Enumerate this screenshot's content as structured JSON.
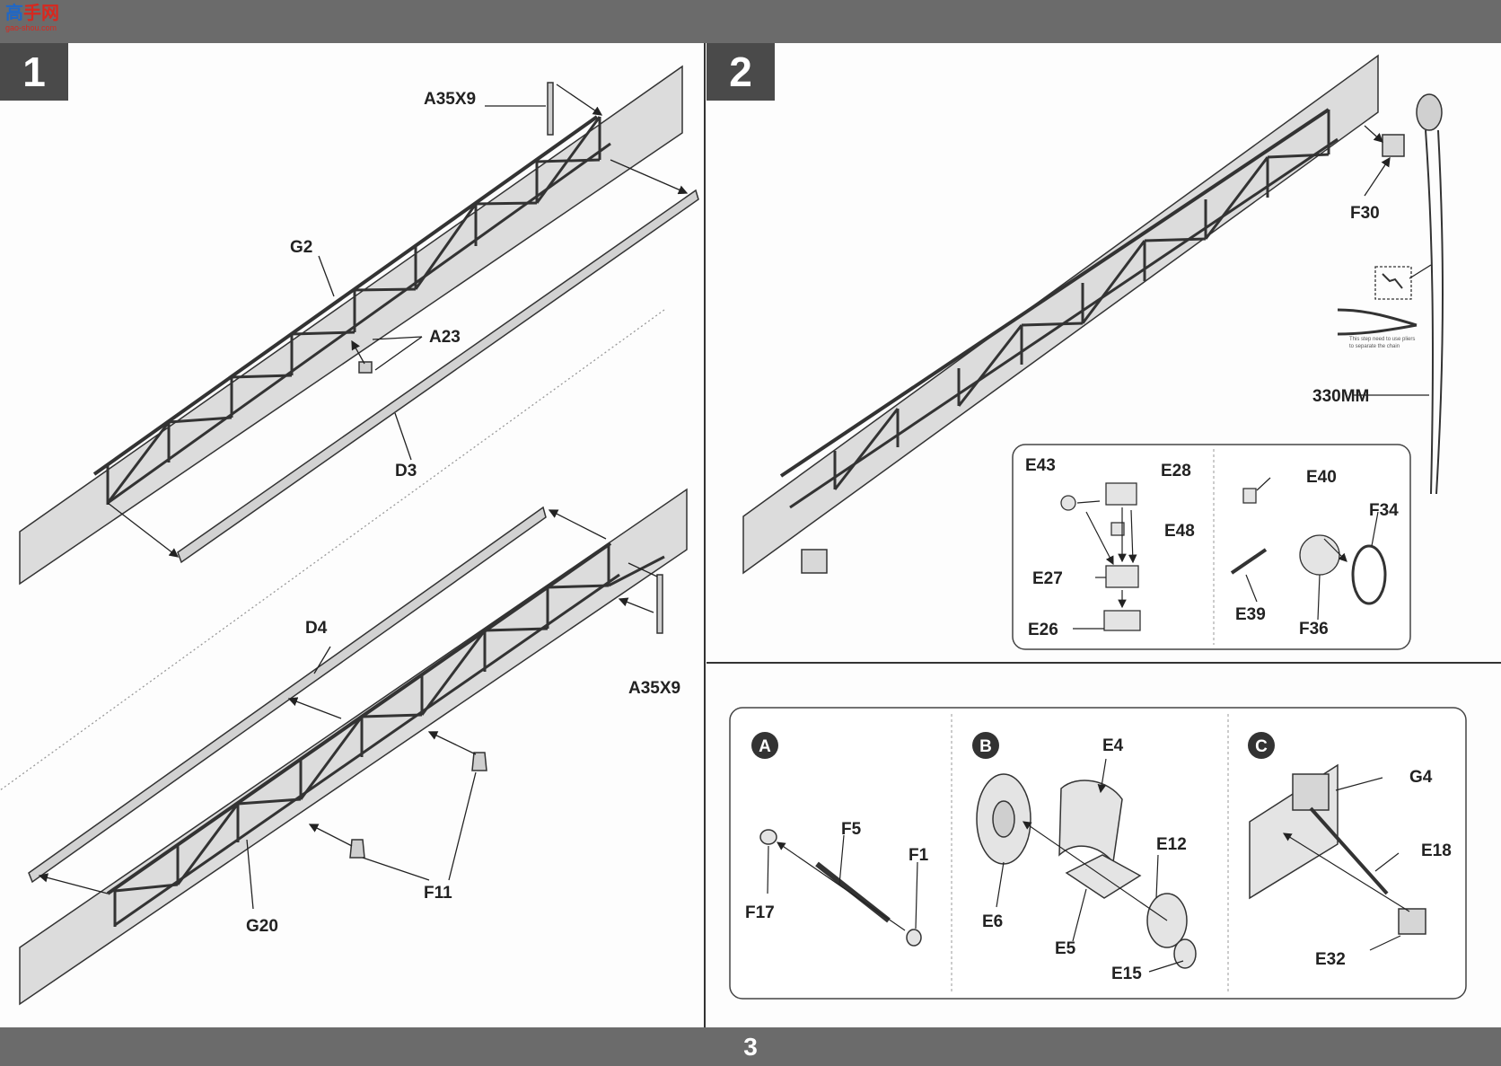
{
  "watermark": {
    "logo_part1": "高",
    "logo_part2": "手网",
    "url": "gao-shou.com"
  },
  "page_number": "3",
  "step1": {
    "number": "1",
    "upper_labels": {
      "a35x9": "A35X9",
      "g2": "G2",
      "a23": "A23",
      "d3": "D3"
    },
    "lower_labels": {
      "d4": "D4",
      "a35x9": "A35X9",
      "f11": "F11",
      "g20": "G20"
    }
  },
  "step2": {
    "number": "2",
    "labels": {
      "f30": "F30",
      "chain_length": "330MM"
    },
    "pliers_note_line1": "This step need to use pliers",
    "pliers_note_line2": "to separate the chain",
    "inset_left": {
      "e43": "E43",
      "e28": "E28",
      "e48": "E48",
      "e27": "E27",
      "e26": "E26"
    },
    "inset_right": {
      "e40": "E40",
      "f34": "F34",
      "e39": "E39",
      "f36": "F36"
    }
  },
  "sub_assemblies": {
    "a": {
      "letter": "A",
      "f5": "F5",
      "f1": "F1",
      "f17": "F17"
    },
    "b": {
      "letter": "B",
      "e4": "E4",
      "e12": "E12",
      "e6": "E6",
      "e5": "E5",
      "e15": "E15"
    },
    "c": {
      "letter": "C",
      "g4": "G4",
      "e18": "E18",
      "e32": "E32"
    }
  },
  "colors": {
    "bar": "#6b6b6b",
    "tab": "#4a4a4a",
    "line": "#333333",
    "part_fill": "#e6e6e6"
  }
}
